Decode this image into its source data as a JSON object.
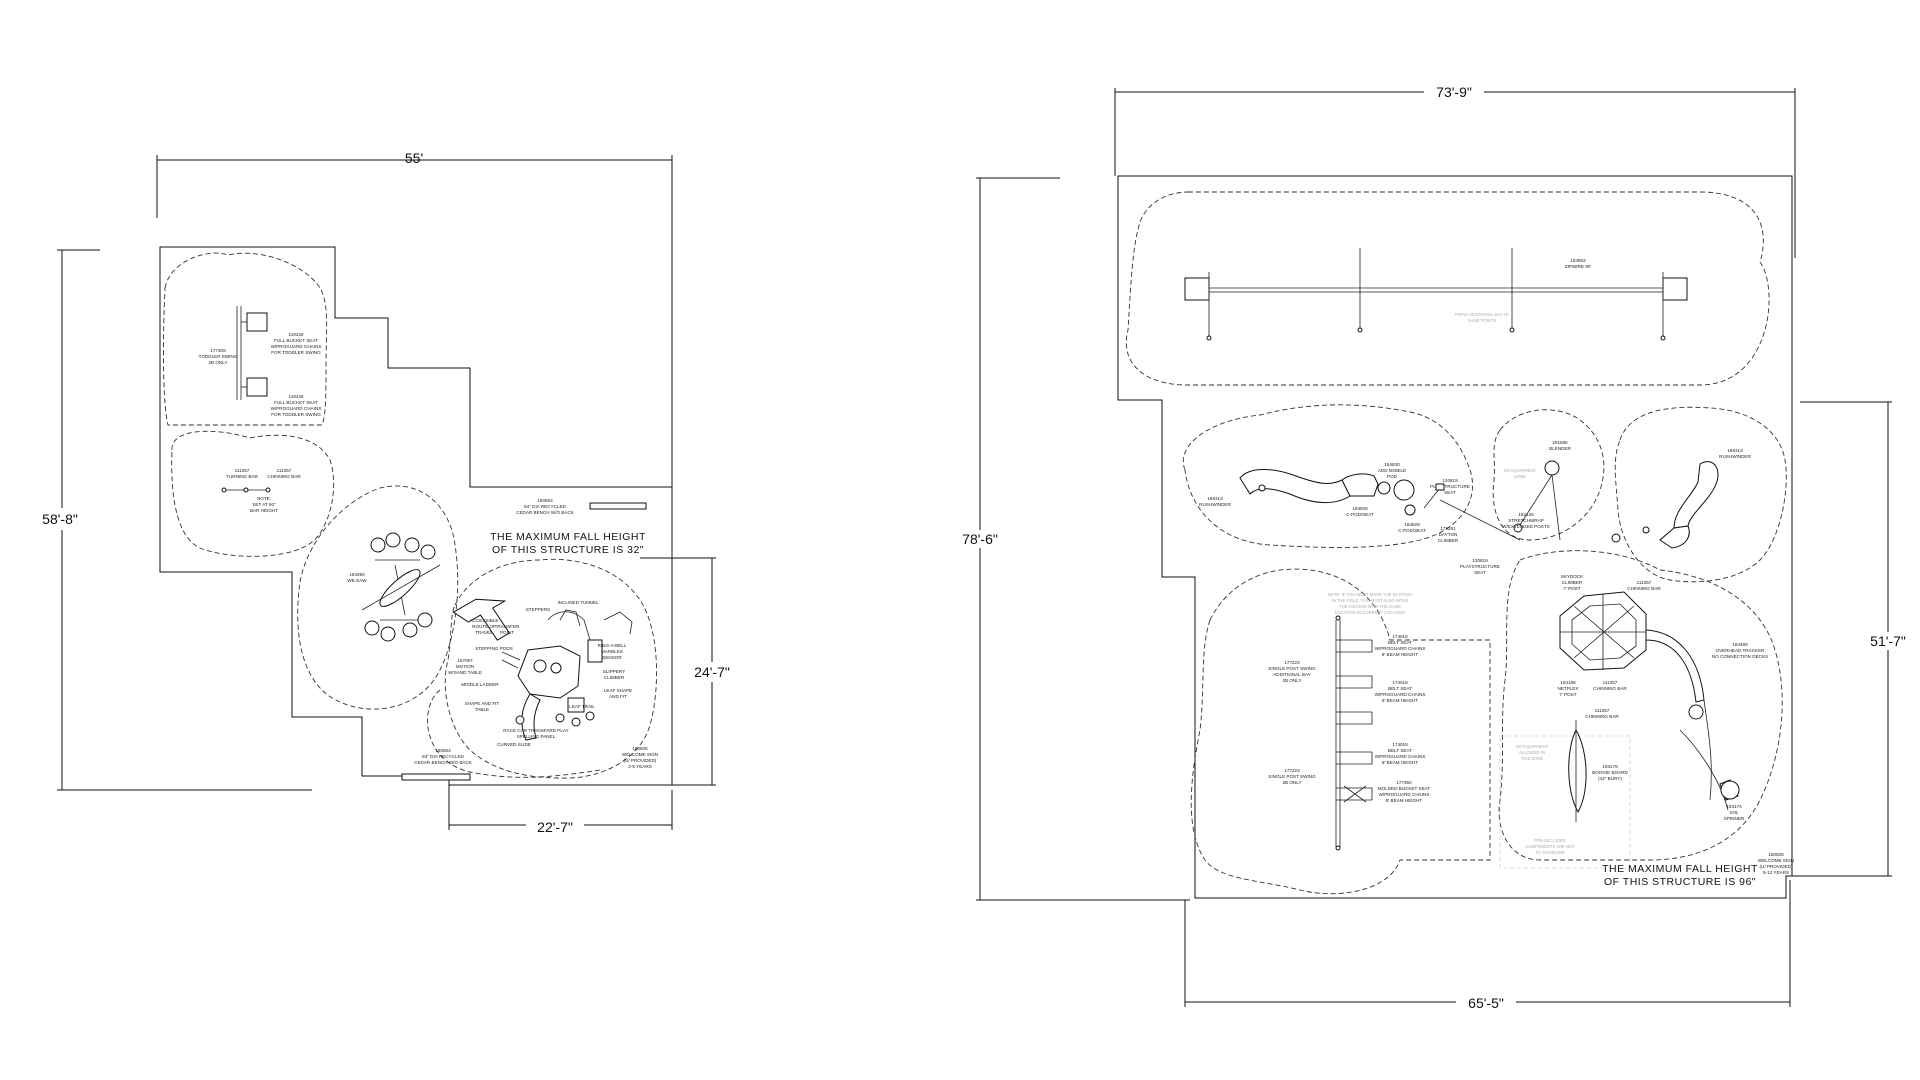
{
  "left_plan": {
    "dimensions": {
      "width_top": "55'",
      "height_left": "58'-8\"",
      "height_right": "24'-7\"",
      "width_bottom": "22'-7\""
    },
    "fall_height_note": [
      "THE MAXIMUM FALL HEIGHT",
      "OF THIS STRUCTURE IS 32\""
    ],
    "labels": {
      "toddler_swing": [
        "177306",
        "TODDLER SWING",
        "2B ONLY"
      ],
      "bucket_seat_1": [
        "119226",
        "FULL BUCKET SEAT",
        "W/PROGUARD CHAINS",
        "FOR TODDLER SWING"
      ],
      "bucket_seat_2": [
        "119226",
        "FULL BUCKET SEAT",
        "W/PROGUARD CHAINS",
        "FOR TODDLER SWING"
      ],
      "turning_bar": [
        "111357",
        "TURNING BAR"
      ],
      "chinning_bar": [
        "111357",
        "CHINNING BAR"
      ],
      "bar_note": [
        "NOTE:",
        "SET AT 60\"",
        "BAR HEIGHT"
      ],
      "we_saw": [
        "184490",
        "WE-SAW"
      ],
      "bench_top": [
        "180563",
        "84\" DIA RECYCLED",
        "CEDAR BENCH W/O BACK"
      ],
      "bench_bottom": [
        "180563",
        "84\" DIA RECYCLED",
        "CEDAR BENCH W/O BACK"
      ],
      "arrow": [
        "ACCESSIBLE",
        "ROUTE OF",
        "TRAVEL"
      ],
      "steppers": "STEPPERS",
      "inclined_tunnel": "INCLINED TUNNEL",
      "transfer_point": [
        "TRANSFER",
        "POINT"
      ],
      "ring_a_bell": [
        "RING-A-BELL",
        "MARBLES",
        "SENSOR"
      ],
      "stepping_pods": "STEPPING PODS",
      "motion_table": [
        "157057",
        "MOTION",
        "W/SAND TABLE"
      ],
      "middle_ladder": "MIDDLE LADDER",
      "slippery_climber": [
        "SLIPPERY",
        "CLIMBER"
      ],
      "leaf_shape": [
        "LEAF SHAPE",
        "AND FIT"
      ],
      "shape_fit_table": [
        "SHAPE AND FIT",
        "TABLE"
      ],
      "leaf_trail": "LEAF TRAIL",
      "race_car_panel": [
        "RACE CAR TRANSFARD PLAY",
        "SPELLING PANEL"
      ],
      "curved_slide": "CURVED SLIDE",
      "welcome_sign": [
        "180505",
        "WELCOME SIGN",
        "(U/ PROVIDED)",
        "2-5 YEARS"
      ]
    }
  },
  "right_plan": {
    "dimensions": {
      "width_top": "73'-9\"",
      "height_left": "78'-6\"",
      "height_right": "51'-7\"",
      "width_bottom": "65'-5\""
    },
    "fall_height_note": [
      "THE MAXIMUM FALL HEIGHT",
      "OF THIS STRUCTURE IS 96\""
    ],
    "labels": {
      "zipwire": [
        "184802",
        "ZIPWIRE 90'"
      ],
      "zip_note": [
        "POINT ADDITIONAL BAY AT",
        "SAME POINTS"
      ],
      "rushwinder_left": [
        "186313",
        "RUSHWINDER"
      ],
      "rushwinder_right": [
        "186313",
        "RUSHWINDER"
      ],
      "c_pod_1": [
        "184828",
        "C-POD/SEAT"
      ],
      "c_pod_2": [
        "184829",
        "C-POD/SEAT"
      ],
      "mobile_pod": [
        "184830",
        "ADD MOBILE",
        "POD"
      ],
      "playstructure_seat_1": [
        "120819",
        "PLAYSTRUCTURE",
        "SEAT"
      ],
      "playstructure_seat_2": [
        "120819",
        "PLAYSTRUCTURE",
        "SEAT"
      ],
      "dayton_climber": [
        "179281",
        "DAYTON",
        "CLIMBER"
      ],
      "blender": [
        "201585",
        "BLENDER"
      ],
      "stretchwrap": [
        "182135",
        "STRETCHWRAP",
        "W/EXTENDED POSTS"
      ],
      "skydock": [
        "SKYDOCK",
        "CLIMBER",
        "7' POST"
      ],
      "chinning_bar_1": [
        "111357",
        "CHINNING BAR"
      ],
      "chinning_bar_2": [
        "111357",
        "CHINNING BAR"
      ],
      "chinning_bar_3": [
        "111357",
        "CHINNING BAR"
      ],
      "overhead_tracker": [
        "184489",
        "OVERHEAD TRACKER",
        "NO CONNECTION DECKS"
      ],
      "netplex": [
        "193188",
        "NETPLEX",
        "7' POST"
      ],
      "boogie_board": [
        "193176",
        "BOOGIE BOARD",
        "(42\" BURY)"
      ],
      "sol_spinner": [
        "193174",
        "SOL",
        "SPINNER"
      ],
      "single_post_swing_1": [
        "177223",
        "SINGLE POST SWING",
        "ADDITIONAL BAY",
        "2B ONLY"
      ],
      "single_post_swing_2": [
        "177223",
        "SINGLE POST SWING",
        "2B ONLY"
      ],
      "belt_seat_1": [
        "174018",
        "BELT SEAT",
        "W/PROGUARD CHAINS",
        "8' BEAM HEIGHT"
      ],
      "belt_seat_2": [
        "174018",
        "BELT SEAT",
        "W/PROGUARD CHAINS",
        "8' BEAM HEIGHT"
      ],
      "belt_seat_3": [
        "174018",
        "BELT SEAT",
        "W/PROGUARD CHAINS",
        "8' BEAM HEIGHT"
      ],
      "molded_bucket": [
        "177350",
        "MOLDED BUCKET SEAT",
        "W/PROGUARD CHAINS",
        "8' BEAM HEIGHT"
      ],
      "welcome_sign": [
        "180505",
        "WELCOME SIGN",
        "(U/ PROVIDED)",
        "5-12 YEARS"
      ],
      "no_equipment": [
        "NO EQUIPMENT",
        "ZONE"
      ],
      "no_equipment_2": [
        "NO EQUIPMENT",
        "ALLOWED IN",
        "THIS ZONE"
      ],
      "pre_included": [
        "PRE-INCLUDED",
        "COMPONENTS ARE NOT",
        "TO STANDARD"
      ],
      "post_note": [
        "NOTE: IF YOU MUST MOVE THE SKYPOST",
        "IN THE FIELD, YOU MUST ALSO MOVE",
        "THE ANCHOR WITH THE SAME",
        "LOCATION IN CORRECT LOCATION"
      ]
    }
  }
}
